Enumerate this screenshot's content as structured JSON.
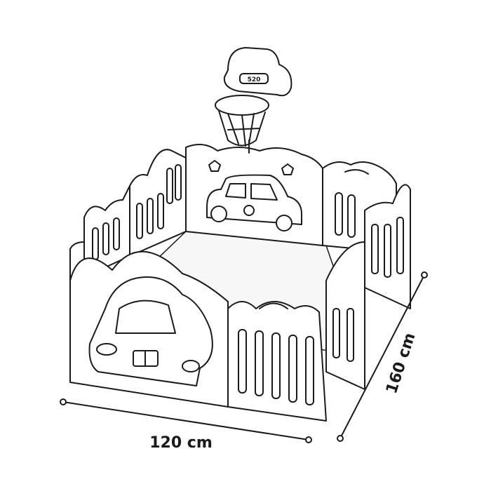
{
  "diagram": {
    "subject": "playpen-with-basketball-hoop",
    "scoreboard": "520",
    "dimensions": {
      "width_label": "120 cm",
      "depth_label": "160 cm"
    },
    "colors": {
      "line": "#1a1a1a",
      "background": "#ffffff"
    }
  }
}
